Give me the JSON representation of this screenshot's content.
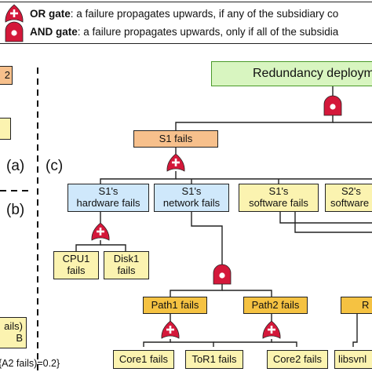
{
  "legend": {
    "or_title": "OR gate",
    "or_desc": ": a failure propagates upwards, if any of the subsidiary co",
    "and_title": "AND gate",
    "and_desc": ": a failure propagates upwards, only if all of the subsidia"
  },
  "left_panel": {
    "label_a": "(a)",
    "label_b": "(b)",
    "fragment_box_top": "2",
    "fragment_fails": "ails)",
    "fragment_b": "B",
    "fragment_prob": "{A2 fails)=0.2}"
  },
  "diagram": {
    "label_c": "(c)",
    "root": "Redundancy deploym",
    "s1_fails": "S1 fails",
    "s1_hardware": [
      "S1's",
      "hardware fails"
    ],
    "s1_network": [
      "S1's",
      "network fails"
    ],
    "s1_software": [
      "S1's",
      "software fails"
    ],
    "s2_software": [
      "S2's",
      "software"
    ],
    "cpu1": [
      "CPU1",
      "fails"
    ],
    "disk1": [
      "Disk1",
      "fails"
    ],
    "path1": "Path1 fails",
    "path2": "Path2 fails",
    "r_fragment": "R",
    "core1": "Core1 fails",
    "tor1": "ToR1 fails",
    "core2": "Core2 fails",
    "libsvn": "libsvnl"
  },
  "colors": {
    "root_fill": "#d8f5c0",
    "root_border": "#4a9a2a",
    "s1_fill": "#f7c08c",
    "blue_fill": "#cfe8fb",
    "yellow_fill": "#fbf3b0",
    "orange_fill": "#f5c242",
    "gate_red": "#d4183a"
  }
}
